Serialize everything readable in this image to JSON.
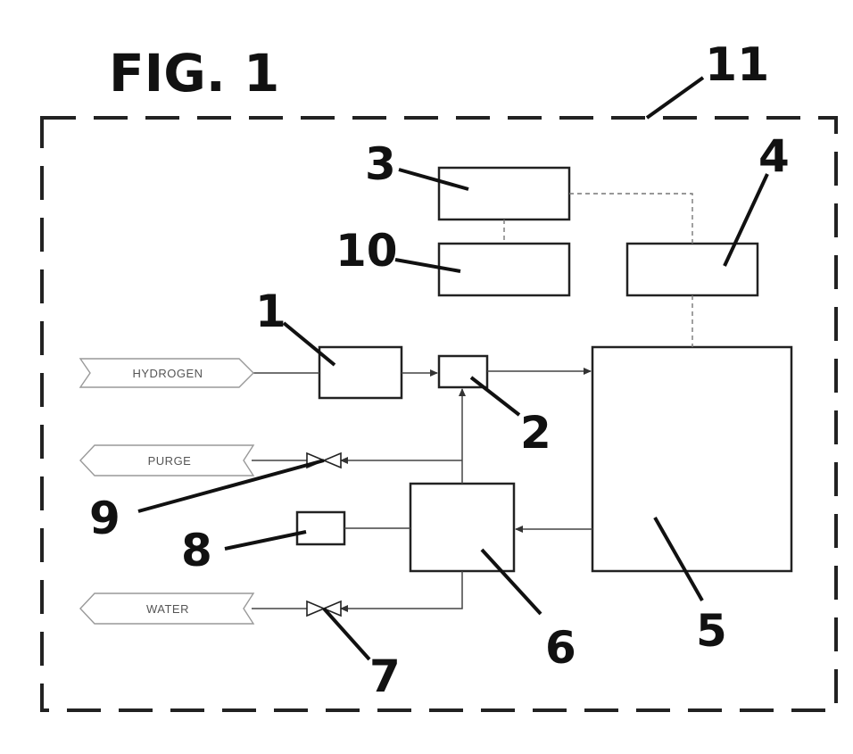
{
  "figure": {
    "title": "FIG. 1"
  },
  "labels": {
    "n1": "1",
    "n2": "2",
    "n3": "3",
    "n4": "4",
    "n5": "5",
    "n6": "6",
    "n7": "7",
    "n8": "8",
    "n9": "9",
    "n10": "10",
    "n11": "11"
  },
  "streams": {
    "hydrogen": "HYDROGEN",
    "purge": "PURGE",
    "water": "WATER"
  }
}
